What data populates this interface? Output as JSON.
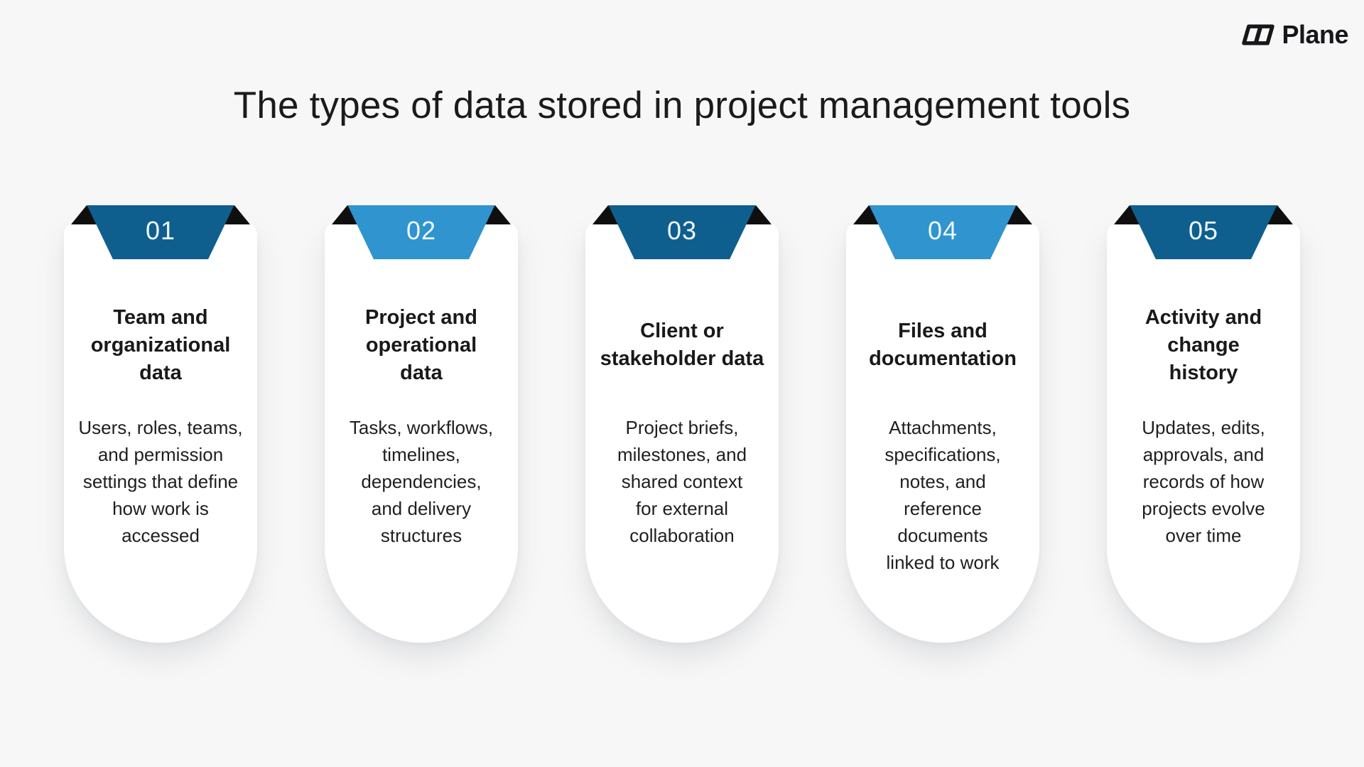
{
  "page": {
    "background": "#f7f7f7",
    "title": "The types of data stored in project management tools"
  },
  "logo": {
    "brand": "Plane",
    "mark_color": "#17171b"
  },
  "colors": {
    "banner_dark": "#0f5f8e",
    "banner_light": "#3094ce",
    "fold_black": "#0f0f10",
    "card_background": "#ffffff",
    "text": "#1c1c1c"
  },
  "cards": [
    {
      "number": "01",
      "tone": "dark",
      "banner_color": "#0f5f8e",
      "heading": "Team and\norganizational\ndata",
      "body": "Users, roles, teams,\nand permission\nsettings that define\nhow work is\naccessed"
    },
    {
      "number": "02",
      "tone": "light",
      "banner_color": "#3094ce",
      "heading": "Project and\noperational\ndata",
      "body": "Tasks, workflows,\ntimelines,\ndependencies,\nand delivery\nstructures"
    },
    {
      "number": "03",
      "tone": "dark",
      "banner_color": "#0f5f8e",
      "heading": "Client or\nstakeholder data",
      "body": "Project briefs,\nmilestones, and\nshared context\nfor external\ncollaboration"
    },
    {
      "number": "04",
      "tone": "light",
      "banner_color": "#3094ce",
      "heading": "Files and\ndocumentation",
      "body": "Attachments,\nspecifications,\nnotes, and\nreference\ndocuments\nlinked to work"
    },
    {
      "number": "05",
      "tone": "dark",
      "banner_color": "#0f5f8e",
      "heading": "Activity and\nchange\nhistory",
      "body": "Updates, edits,\napprovals, and\nrecords of how\nprojects evolve\nover time"
    }
  ]
}
